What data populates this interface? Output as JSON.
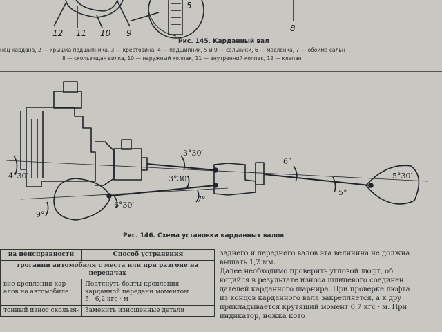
{
  "figure145": {
    "caption_title": "Рис. 145. Карданный вал",
    "caption_line1": "нец кардана, 2 — крышка подшипника, 3 — крестовина, 4 — подшипник, 5 и 9 — сальники, 6 — масленка, 7 — обойма сальн",
    "caption_line2": "8 — скользящая вилка, 10 — наружный колпак, 11 — внутренний колпак, 12 — клапан",
    "callouts": [
      "12",
      "11",
      "10",
      "9",
      "8",
      "5"
    ]
  },
  "figure146": {
    "caption_title": "Рис. 146. Схема установки карданных валов",
    "angles": {
      "engine": "4°30′",
      "shaft_top": "3°30′",
      "shaft_mid": "3°30′",
      "right_shaft": "6°",
      "rear_axle": "5°30′",
      "lower_right": "5°",
      "lower_mid": "7°",
      "front_axle": "6°30′",
      "front_left": "9°"
    }
  },
  "fault_table": {
    "col1_header": "на неисправности",
    "col2_header": "Способ устранения",
    "span_row": "трогании автомобиля с места или при разгоне на передачах",
    "rows": [
      {
        "cause": [
          "вие крепления кар-",
          "алов на автомобиле"
        ],
        "remedy": [
          "Подтянуть болты крепления",
          "карданной передачи моментом",
          "5—6,2 кгс · м"
        ]
      },
      {
        "cause": [
          "тонный износ скользя-"
        ],
        "remedy": [
          "Заменить изношенные детали"
        ]
      }
    ]
  },
  "body_text": {
    "lines": [
      "заднего и переднего валов эта величина не должна",
      "вышать 1,2 мм.",
      "      Далее необходимо проверить угловой люфт, об",
      "ющийся в результате износа шлицевого соединен",
      "дателей карданного шарнира. При проверке люфта",
      "из концов карданного вала закрепляется, а к дру",
      "прикладывается крутящий момент 0,7 кгс · м. При",
      "                                    индикатор, ножка кото"
    ]
  }
}
